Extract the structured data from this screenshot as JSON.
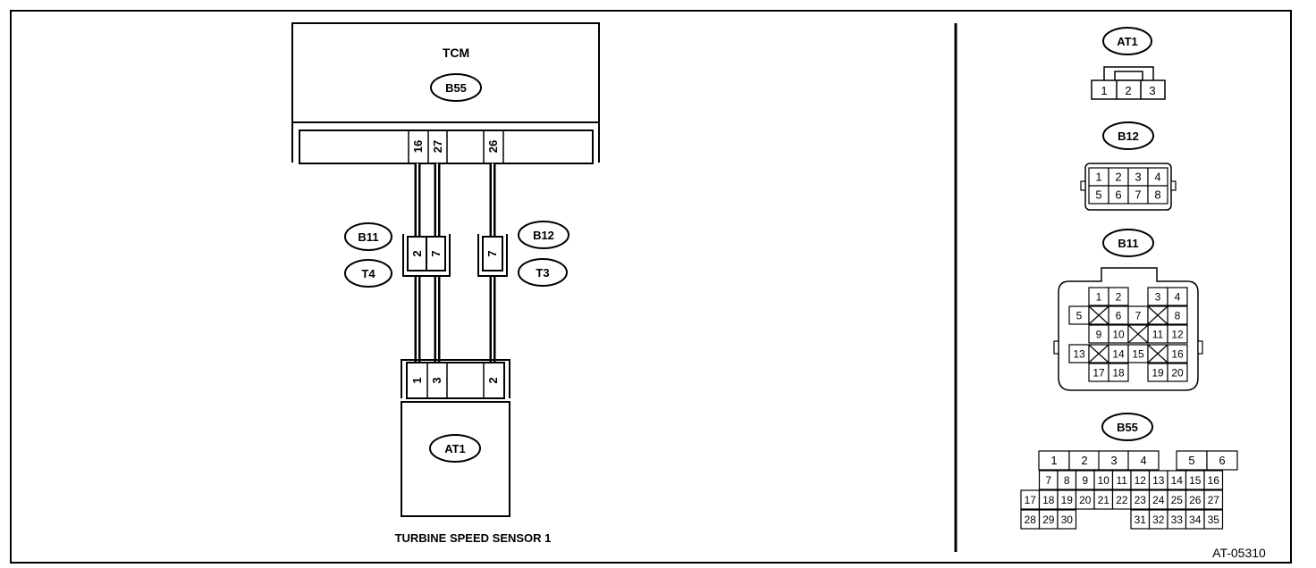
{
  "ecu": {
    "name": "TCM",
    "code": "B55"
  },
  "tcm_pins": [
    "16",
    "27",
    "26"
  ],
  "intermediate": {
    "left": {
      "codes": [
        "B11",
        "T4"
      ],
      "pins": [
        "2",
        "7"
      ]
    },
    "right": {
      "codes": [
        "B12",
        "T3"
      ],
      "pins": [
        "7"
      ]
    }
  },
  "sensor": {
    "code": "AT1",
    "pins": [
      "1",
      "3",
      "2"
    ],
    "caption": "TURBINE SPEED SENSOR 1"
  },
  "figure_id": "AT-05310",
  "connector_views": {
    "at1": {
      "code": "AT1",
      "pins": [
        "1",
        "2",
        "3"
      ]
    },
    "b12": {
      "code": "B12",
      "pins": [
        "1",
        "2",
        "3",
        "4",
        "5",
        "6",
        "7",
        "8"
      ]
    },
    "b11": {
      "code": "B11",
      "rows": [
        [
          "1",
          "2",
          "3",
          "4"
        ],
        [
          "5",
          "6",
          "7",
          "8"
        ],
        [
          "9",
          "10",
          "11",
          "12"
        ],
        [
          "13",
          "14",
          "15",
          "16"
        ],
        [
          "17",
          "18",
          "19",
          "20"
        ]
      ]
    },
    "b55": {
      "code": "B55",
      "rows": [
        [
          "1",
          "2",
          "3",
          "4",
          "5",
          "6"
        ],
        [
          "7",
          "8",
          "9",
          "10",
          "11",
          "12",
          "13",
          "14",
          "15",
          "16"
        ],
        [
          "17",
          "18",
          "19",
          "20",
          "21",
          "22",
          "23",
          "24",
          "25",
          "26",
          "27"
        ],
        [
          "28",
          "29",
          "30",
          "31",
          "32",
          "33",
          "34",
          "35"
        ]
      ]
    }
  }
}
